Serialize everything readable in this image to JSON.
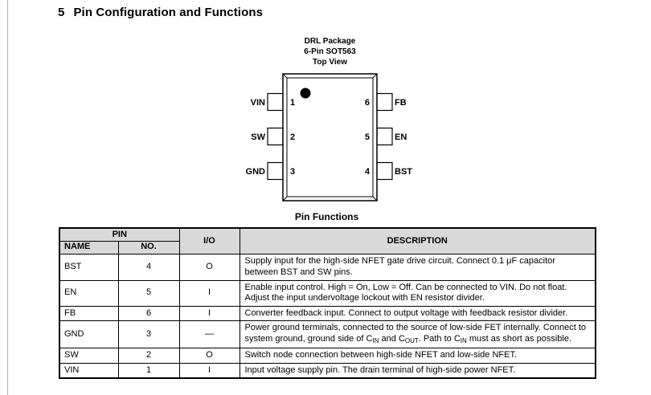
{
  "page": {
    "section_number": "5",
    "section_title": "Pin Configuration and Functions"
  },
  "package_diagram": {
    "caption_line1": "DRL Package",
    "caption_line2": "6-Pin SOT563",
    "caption_line3": "Top View",
    "left_pins": [
      {
        "label": "VIN",
        "number": "1"
      },
      {
        "label": "SW",
        "number": "2"
      },
      {
        "label": "GND",
        "number": "3"
      }
    ],
    "right_pins": [
      {
        "label": "FB",
        "number": "6"
      },
      {
        "label": "EN",
        "number": "5"
      },
      {
        "label": "BST",
        "number": "4"
      }
    ]
  },
  "pin_table": {
    "title": "Pin Functions",
    "headers": {
      "pin_group": "PIN",
      "name": "NAME",
      "no": "NO.",
      "io": "I/O",
      "description": "DESCRIPTION"
    },
    "rows": [
      {
        "name": "BST",
        "no": "4",
        "io": "O",
        "description": "Supply input for the high-side NFET gate drive circuit. Connect 0.1 μF capacitor between BST and SW pins."
      },
      {
        "name": "EN",
        "no": "5",
        "io": "I",
        "description": "Enable input control. High = On, Low = Off. Can be connected to VIN. Do not float. Adjust the input undervoltage lockout with EN resistor divider."
      },
      {
        "name": "FB",
        "no": "6",
        "io": "I",
        "description": "Converter feedback input. Connect to output voltage with feedback resistor divider."
      },
      {
        "name": "GND",
        "no": "3",
        "io": "—",
        "description_parts": [
          {
            "text": "Power ground terminals, connected to the source of low-side FET internally. Connect to system ground, ground side of C"
          },
          {
            "text": "IN",
            "sub": true
          },
          {
            "text": " and C"
          },
          {
            "text": "OUT",
            "sub": true
          },
          {
            "text": ". Path to C"
          },
          {
            "text": "IN",
            "sub": true
          },
          {
            "text": " must as short as possible."
          }
        ]
      },
      {
        "name": "SW",
        "no": "2",
        "io": "O",
        "description": "Switch node connection between high-side NFET and low-side NFET."
      },
      {
        "name": "VIN",
        "no": "1",
        "io": "I",
        "description": "Input voltage supply pin. The drain terminal of high-side power NFET."
      }
    ]
  },
  "colors": {
    "header_fill": "#d9d9d9",
    "text": "#000000",
    "page_edge": "#b0b0b0"
  }
}
